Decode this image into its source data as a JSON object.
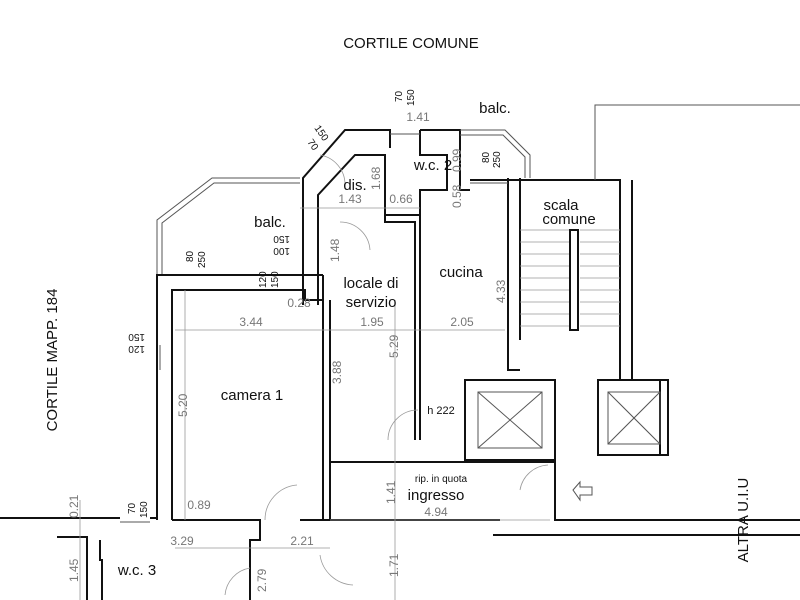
{
  "labels": {
    "top": "CORTILE COMUNE",
    "left": "CORTILE MAPP. 184",
    "right": "ALTRA U.I.U"
  },
  "rooms": {
    "balc_left": "balc.",
    "balc_top": "balc.",
    "wc2": "w.c. 2",
    "dis": "dis.",
    "scala_1": "scala",
    "scala_2": "comune",
    "locale_1": "locale di",
    "locale_2": "servizio",
    "cucina": "cucina",
    "camera1": "camera 1",
    "h222": "h 222",
    "rip": "rip. in quota",
    "ingresso": "ingresso",
    "wc3": "w.c. 3"
  },
  "dimensions": {
    "d141_top": "1.41",
    "d70_top": "70",
    "d150_top": "150",
    "d70_diag": "70",
    "d150_diag": "150",
    "d099": "0.99",
    "d168": "1.68",
    "d058": "0.58",
    "d143": "1.43",
    "d066": "0.66",
    "d80_balc": "80",
    "d250_balc": "250",
    "d80_cam": "80",
    "d250_cam": "250",
    "d120_a": "120",
    "d150_a": "150",
    "d100_b": "100",
    "d150_b": "150",
    "d148": "1.48",
    "d028": "0.28",
    "d433": "4.33",
    "d344": "3.44",
    "d195": "1.95",
    "d205": "2.05",
    "d120_l": "120",
    "d150_l": "150",
    "d529": "5.29",
    "d388": "3.88",
    "d520": "5.20",
    "d089": "0.89",
    "d70_wc3": "70",
    "d150_wc3": "150",
    "d021": "0.21",
    "d141_ing": "1.41",
    "d494": "4.94",
    "d329": "3.29",
    "d221": "2.21",
    "d145": "1.45",
    "d171": "1.71",
    "d279": "2.79"
  }
}
